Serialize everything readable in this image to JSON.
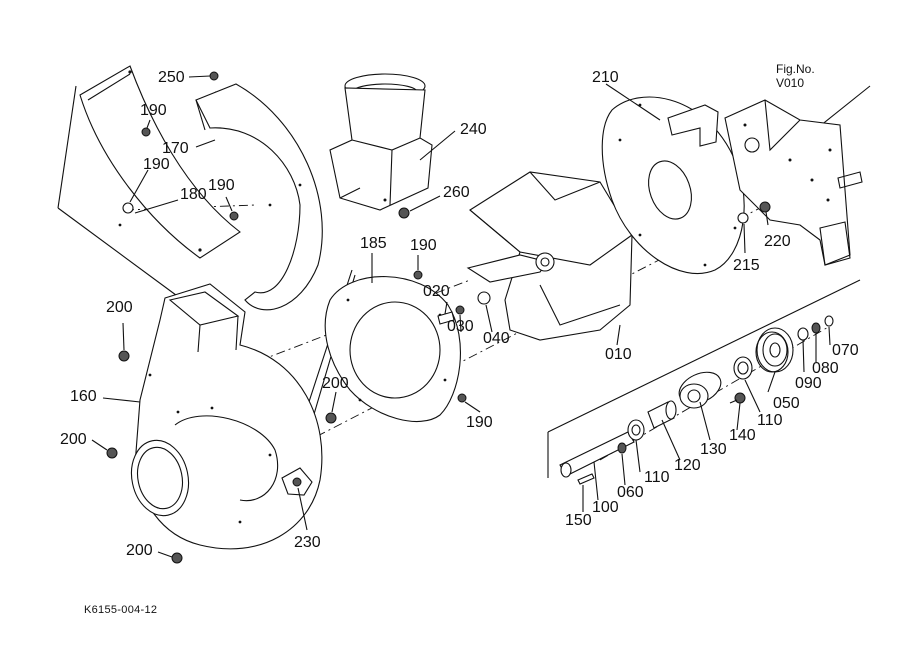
{
  "figure": {
    "fig_no_title": "Fig.No.",
    "fig_no_value": "V010",
    "drawing_code": "K6155-004-12"
  },
  "callouts": {
    "c250": "250",
    "c190_a": "190",
    "c170": "170",
    "c190_b": "190",
    "c180": "180",
    "c190_c": "190",
    "c240": "240",
    "c260": "260",
    "c210": "210",
    "c220": "220",
    "c215": "215",
    "c185": "185",
    "c190_d": "190",
    "c020": "020",
    "c030": "030",
    "c040": "040",
    "c010": "010",
    "c200_a": "200",
    "c160": "160",
    "c200_b": "200",
    "c200_c": "200",
    "c200_d": "200",
    "c190_e": "190",
    "c230": "230",
    "c070": "070",
    "c080": "080",
    "c090": "090",
    "c050": "050",
    "c110_a": "110",
    "c140": "140",
    "c130": "130",
    "c120": "120",
    "c110_b": "110",
    "c060": "060",
    "c100": "100",
    "c150": "150"
  }
}
